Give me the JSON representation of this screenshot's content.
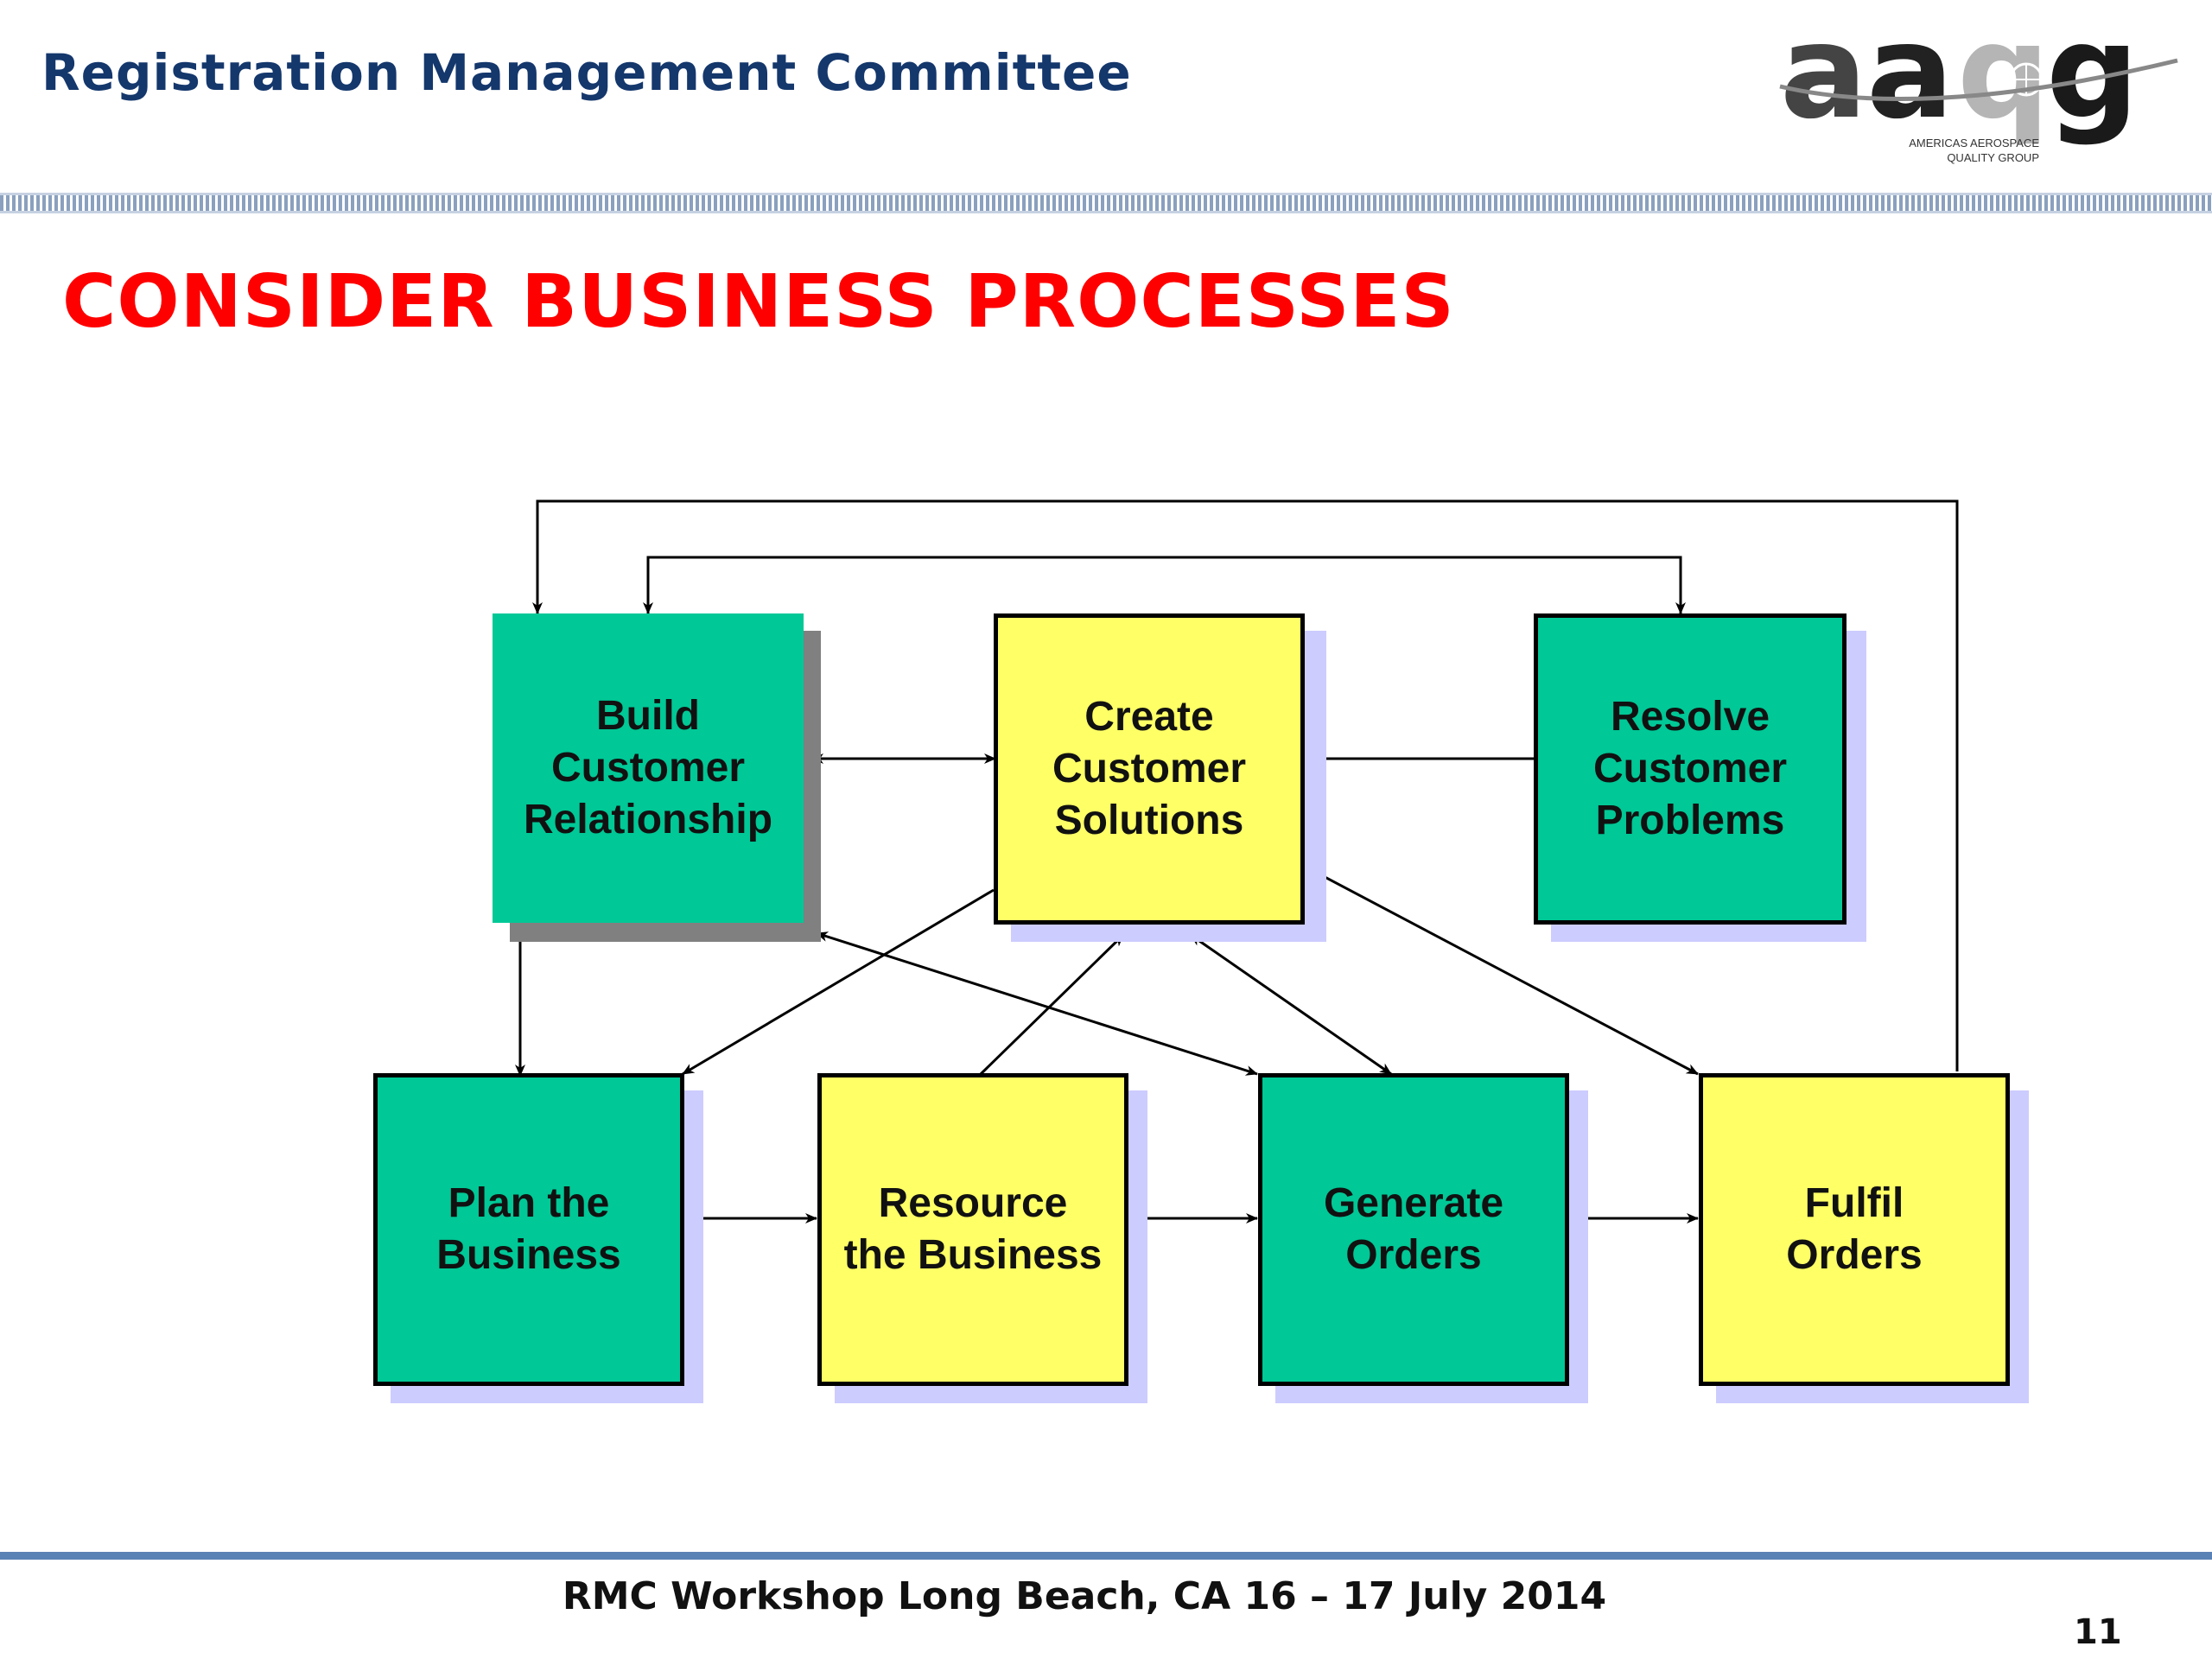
{
  "header": {
    "title": "Registration Management Committee",
    "logo_text": "aaqg",
    "logo_subtitle_line1": "AMERICAS AEROSPACE",
    "logo_subtitle_line2": "QUALITY GROUP"
  },
  "slide": {
    "title": "CONSIDER BUSINESS PROCESSES"
  },
  "diagram": {
    "nodes": [
      {
        "id": "build-customer-relationship",
        "lines": [
          "Build",
          "Customer",
          "Relationship"
        ],
        "color": "#00c896"
      },
      {
        "id": "create-customer-solutions",
        "lines": [
          "Create",
          "Customer",
          "Solutions"
        ],
        "color": "#ffff66"
      },
      {
        "id": "resolve-customer-problems",
        "lines": [
          "Resolve",
          "Customer",
          "Problems"
        ],
        "color": "#00c896"
      },
      {
        "id": "plan-the-business",
        "lines": [
          "Plan the",
          "Business"
        ],
        "color": "#00c896"
      },
      {
        "id": "resource-the-business",
        "lines": [
          "Resource",
          "the Business"
        ],
        "color": "#ffff66"
      },
      {
        "id": "generate-orders",
        "lines": [
          "Generate",
          "Orders"
        ],
        "color": "#00c896"
      },
      {
        "id": "fulfil-orders",
        "lines": [
          "Fulfil",
          "Orders"
        ],
        "color": "#ffff66"
      }
    ]
  },
  "footer": {
    "text": "RMC Workshop Long Beach, CA 16 – 17 July 2014",
    "page_number": "11"
  }
}
